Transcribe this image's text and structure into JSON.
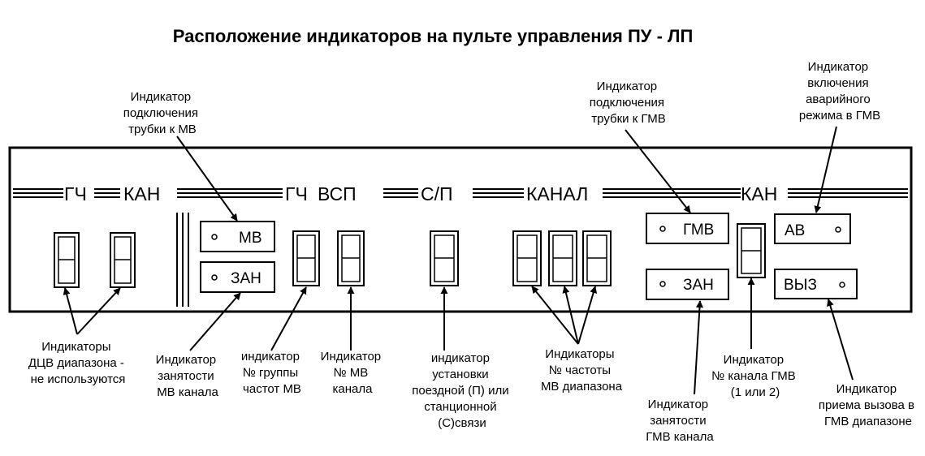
{
  "title": "Расположение индикаторов на пульте управления ПУ - ЛП",
  "panel": {
    "headers": {
      "gch_left": "ГЧ",
      "kan_left": "КАН",
      "gch_mid": "ГЧ",
      "vsp": "ВСП",
      "sp": "С/П",
      "kanal": "КАНАЛ",
      "kan_right": "КАН"
    },
    "buttons": {
      "mv": "МВ",
      "zan_mv": "ЗАН",
      "gmv": "ГМВ",
      "zan_gmv": "ЗАН",
      "av": "АВ",
      "vyz": "ВЫЗ"
    }
  },
  "annotations": {
    "mv_connect": [
      "Индикатор",
      "подключения",
      "трубки к МВ"
    ],
    "gmv_connect": [
      "Индикатор",
      "подключения",
      "трубки к ГМВ"
    ],
    "emergency": [
      "Индикатор",
      "включения",
      "аварийного",
      "режима в  ГМВ"
    ],
    "dcv": [
      "Индикаторы",
      "ДЦВ диапазона -",
      "не используются"
    ],
    "mv_busy": [
      "Индикатор",
      "занятости",
      "МВ канала"
    ],
    "group": [
      "индикатор",
      "№ группы",
      "частот МВ"
    ],
    "mv_channel": [
      "Индикатор",
      "№ МВ",
      "канала"
    ],
    "mode": [
      "индикатор",
      "установки",
      "поездной (П) или",
      "станционной",
      "(С)связи"
    ],
    "freq": [
      "Индикаторы",
      "№ частоты",
      "МВ диапазона"
    ],
    "gmv_busy": [
      "Индикатор",
      "занятости",
      "ГМВ канала"
    ],
    "gmv_channel": [
      "Индикатор",
      "№ канала ГМВ",
      "(1 или 2)"
    ],
    "call": [
      "Индикатор",
      "приема вызова в",
      "ГМВ диапазоне"
    ]
  }
}
